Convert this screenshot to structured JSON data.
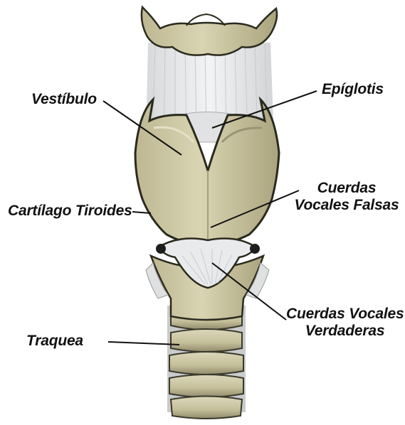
{
  "labels": {
    "vestibulo": "Vestíbulo",
    "epiglotis": "Epíglotis",
    "cartilago_tiroides": "Cartílago Tiroides",
    "cuerdas_falsas_1": "Cuerdas",
    "cuerdas_falsas_2": "Vocales Falsas",
    "traquea": "Traquea",
    "cuerdas_verdaderas_1": "Cuerdas Vocales",
    "cuerdas_verdaderas_2": "Verdaderas"
  },
  "colors": {
    "cartilage": "#d3ceaa",
    "cartilage_shadow": "#b3ad86",
    "cartilage_edge": "#2a2a1e",
    "membrane": "#e8e9ea",
    "membrane_line": "#c7c9cc",
    "leader": "#111111"
  }
}
